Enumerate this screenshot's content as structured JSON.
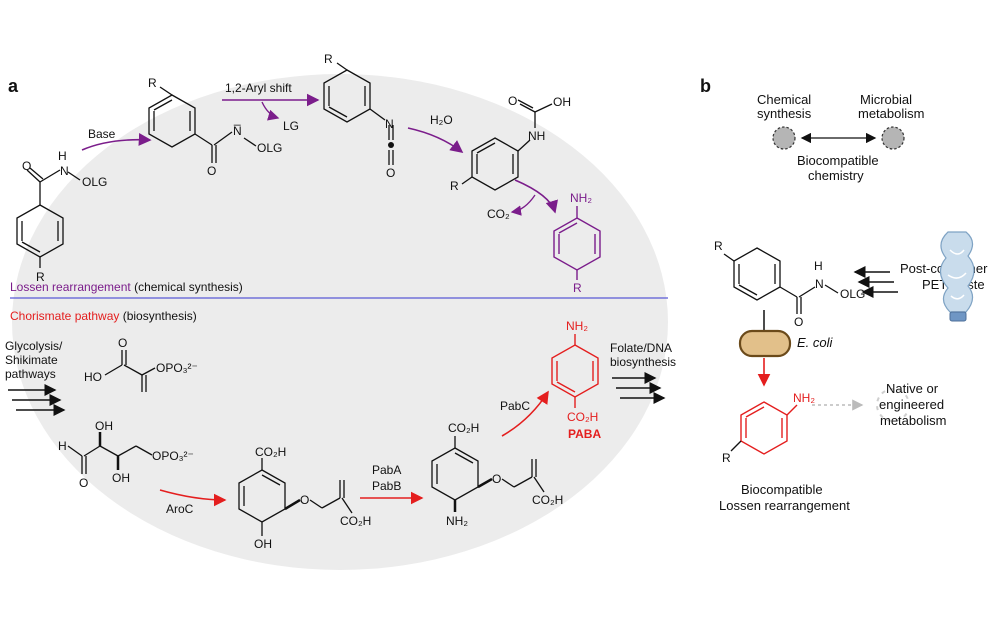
{
  "panels": {
    "a": "a",
    "b": "b"
  },
  "lossen": {
    "base": "Base",
    "aryl_shift": "1,2-Aryl shift",
    "lg": "LG",
    "olg": "OLG",
    "h2o": "H₂O",
    "co2": "CO₂",
    "nh2": "NH₂",
    "oh": "OH",
    "nh": "NH",
    "n_minus": "N̅",
    "o": "O",
    "r": "R",
    "h": "H",
    "n": "N",
    "caption_colored": "Lossen rearrangement",
    "caption_plain": " (chemical synthesis)"
  },
  "chorismate": {
    "caption_colored": "Chorismate pathway",
    "caption_plain": " (biosynthesis)",
    "glycolysis_1": "Glycolysis/",
    "glycolysis_2": "Shikimate",
    "glycolysis_3": "pathways",
    "pep_ho": "HO",
    "opo3": "OPO₃²⁻",
    "co2h": "CO₂H",
    "aroc": "AroC",
    "pabab_1": "PabA",
    "pabab_2": "PabB",
    "pabc": "PabC",
    "paba": "PABA",
    "folate_1": "Folate/DNA",
    "folate_2": "biosynthesis",
    "nh2": "NH₂",
    "oh": "OH",
    "o": "O",
    "h": "H"
  },
  "panel_b": {
    "chem_1": "Chemical",
    "chem_2": "synthesis",
    "micro_1": "Microbial",
    "micro_2": "metabolism",
    "bio_1": "Biocompatible",
    "bio_2": "chemistry",
    "pet_1": "Post-consumer",
    "pet_2": "PET waste",
    "ecoli": "E. coli",
    "native_1": "Native or",
    "native_2": "engineered",
    "native_3": "metabolism",
    "lossen_1": "Biocompatible",
    "lossen_2": "Lossen rearrangement",
    "r": "R",
    "n": "N",
    "h": "H",
    "o": "O",
    "olg": "OLG",
    "nh2": "NH₂"
  },
  "colors": {
    "purple": "#7b1d8b",
    "red": "#e41e1e",
    "divider": "#5a5ad6",
    "oval": "#ececec",
    "ecoli_fill": "#e2c08a",
    "ecoli_stroke": "#6b4a1a"
  }
}
